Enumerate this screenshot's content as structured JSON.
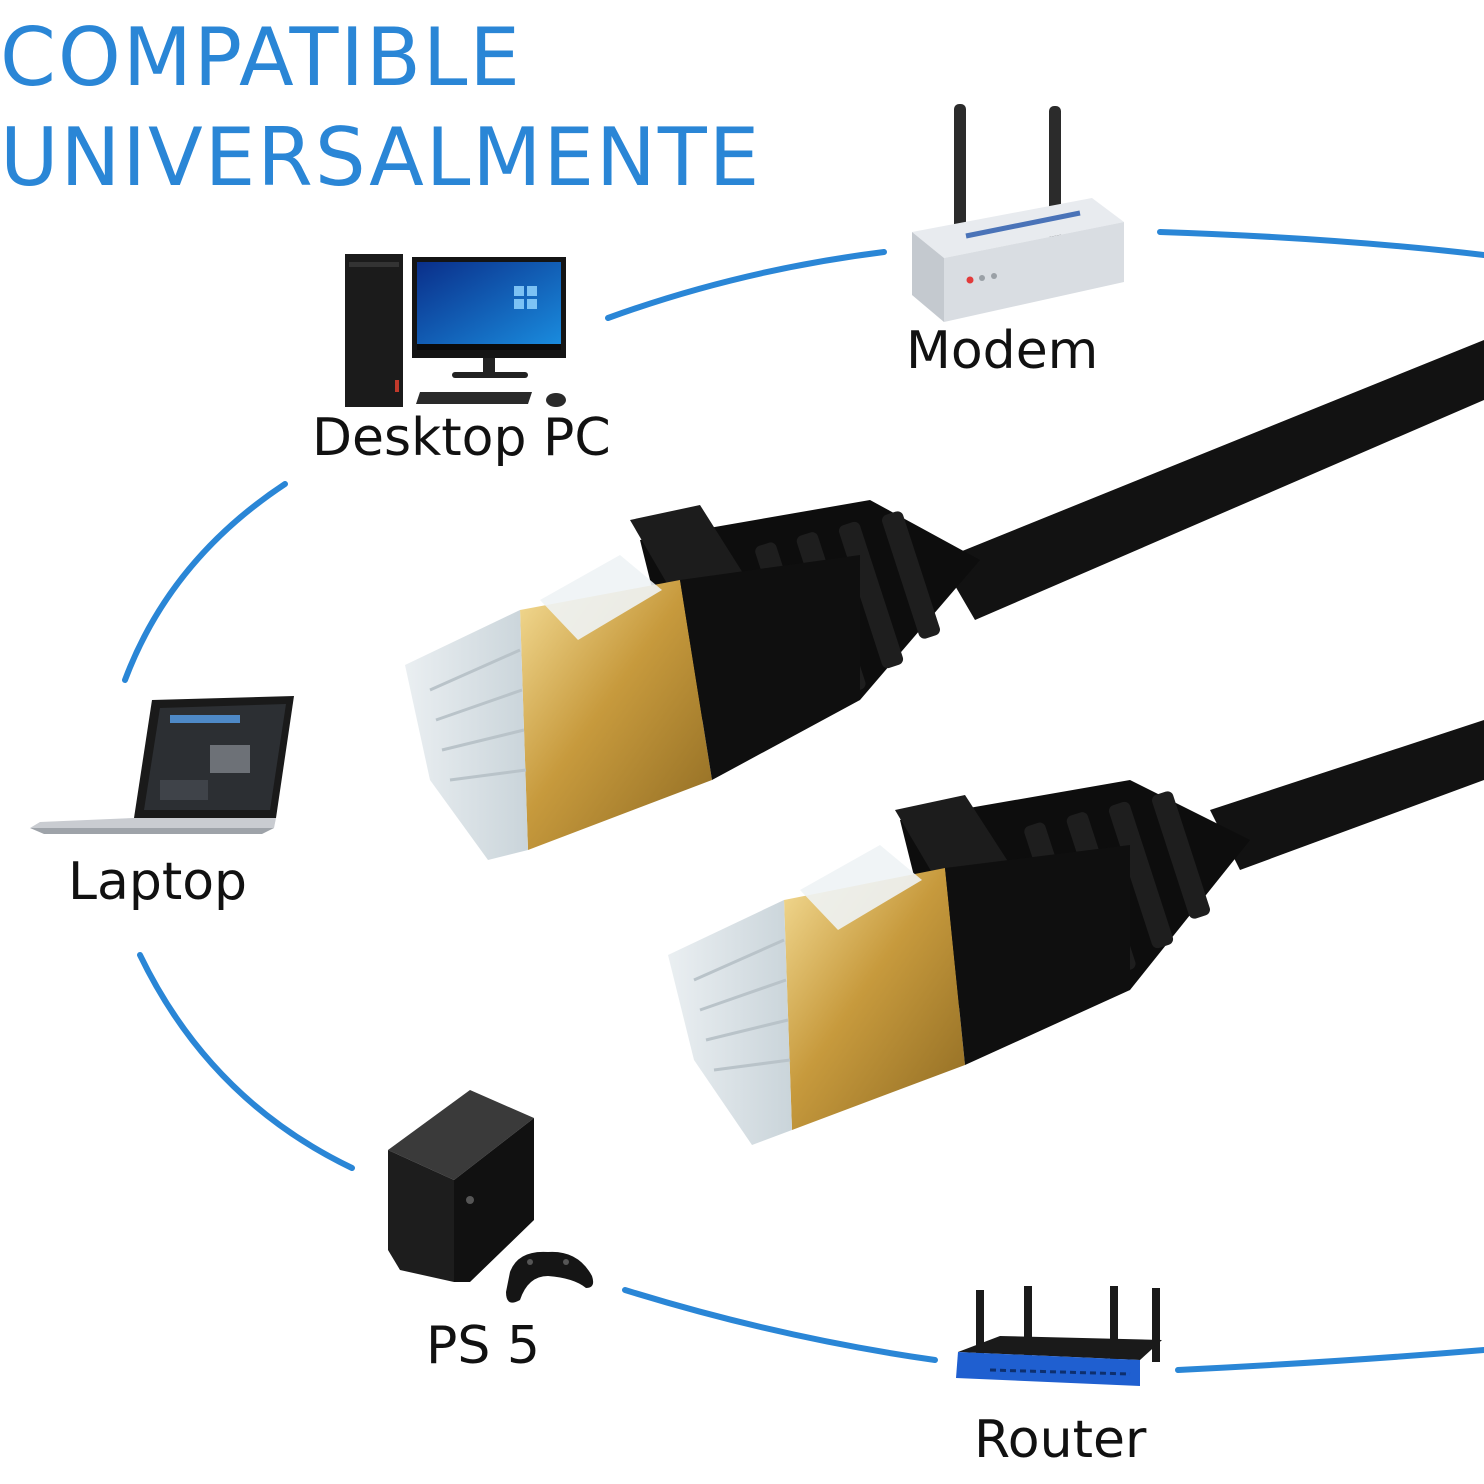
{
  "headline": {
    "line1": "COMPATIBLE",
    "line2": "UNIVERSALMENTE",
    "color": "#2a86d6"
  },
  "devices": [
    {
      "id": "modem",
      "label": "Modem",
      "icon": "modem-icon"
    },
    {
      "id": "desktop",
      "label": "Desktop PC",
      "icon": "desktop-pc-icon"
    },
    {
      "id": "laptop",
      "label": "Laptop",
      "icon": "laptop-icon"
    },
    {
      "id": "ps5",
      "label": "PS 5",
      "icon": "game-console-icon"
    },
    {
      "id": "router",
      "label": "Router",
      "icon": "wireless-router-icon"
    }
  ],
  "cable": {
    "type": "ethernet-cable",
    "connector": "rj45-plug",
    "cable_color": "#111111",
    "shield_color": "#c9a552"
  },
  "colors": {
    "ring": "#2a86d6",
    "label_text": "#111111"
  }
}
